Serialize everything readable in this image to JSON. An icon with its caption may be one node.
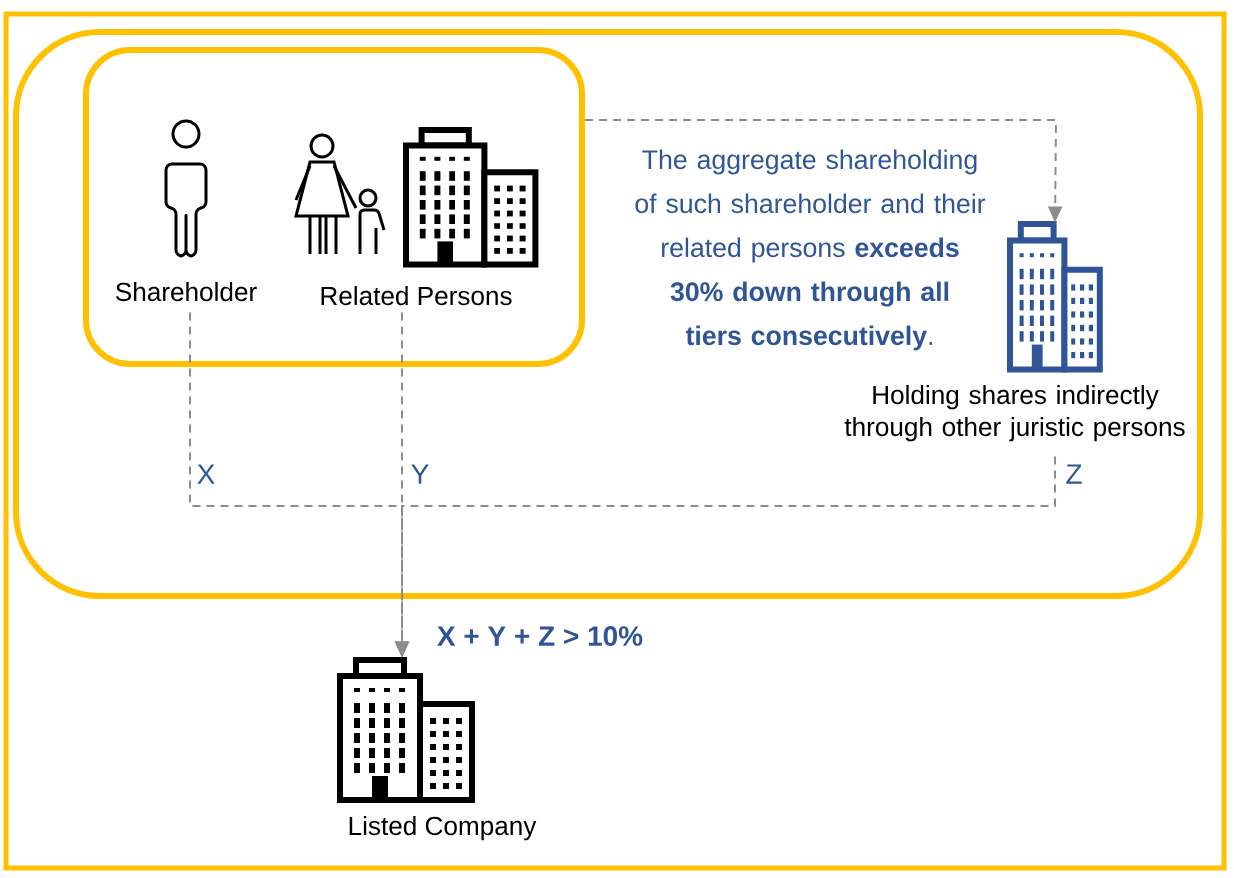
{
  "diagram": {
    "nodes": [
      {
        "text": [],
        "shape": "box"
      },
      {
        "text": [],
        "shape": "box",
        "in": 0
      },
      {
        "text": [
          "Shareholder"
        ],
        "in": 1
      },
      {
        "text": [
          "Related Persons"
        ],
        "in": 1
      },
      {
        "text": [
          "Holding shares indirectly through other juristic persons"
        ],
        "in": 0
      },
      {
        "text": [
          "Listed Company"
        ]
      }
    ],
    "edges": [
      {
        "from": 1,
        "to": 4,
        "arrow": "to",
        "style": "dashed"
      },
      {
        "from": 2,
        "to": 5,
        "arrow": "to",
        "style": "dashed",
        "label": "X"
      },
      {
        "from": 3,
        "to": 5,
        "arrow": "to",
        "style": "dashed",
        "label": "Y"
      },
      {
        "from": 4,
        "to": 5,
        "arrow": "to",
        "style": "dashed",
        "label": "Z"
      }
    ],
    "labels": [
      "The aggregate shareholding of such shareholder and their related persons **exceeds 30% down through all tiers consecutively**.",
      "X + Y + Z > 10%"
    ]
  }
}
